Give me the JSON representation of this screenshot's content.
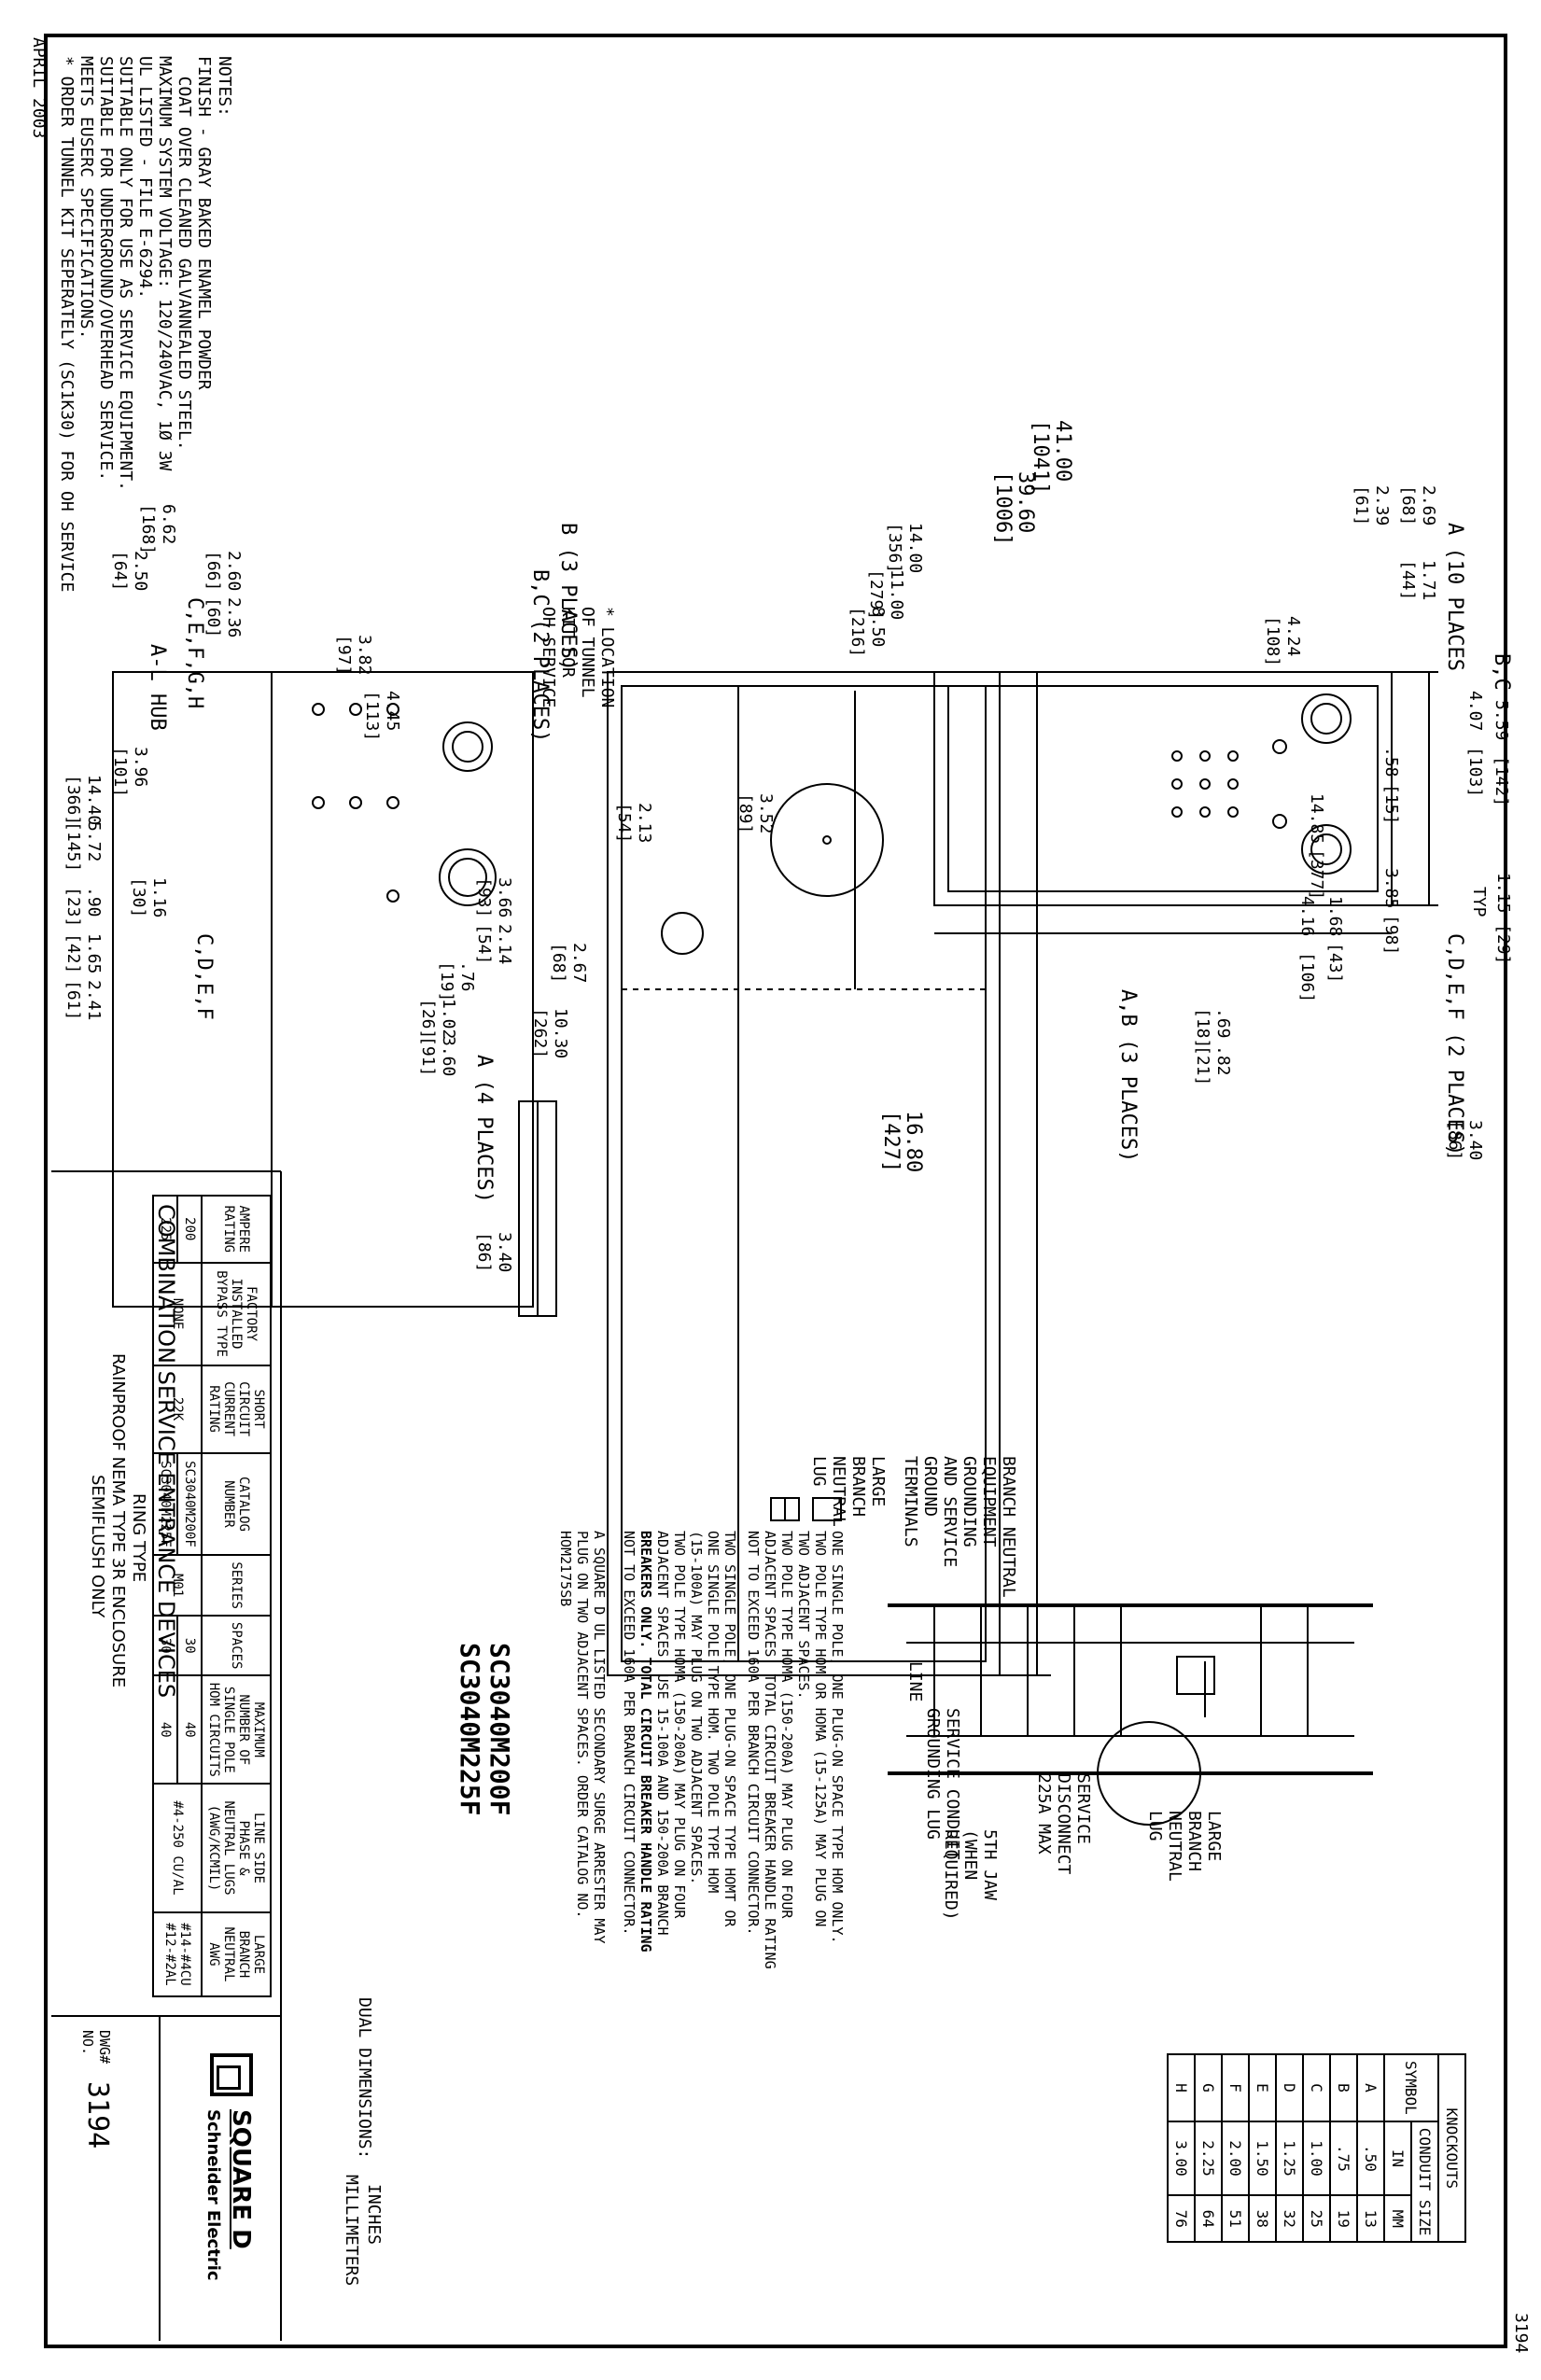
{
  "header": {
    "date": "APRIL 2003",
    "sheet_number": "3194"
  },
  "notes": {
    "title": "NOTES:",
    "lines": [
      "FINISH - GRAY BAKED ENAMEL POWDER",
      "  COAT OVER CLEANED GALVANNEALED STEEL.",
      "MAXIMUM SYSTEM VOLTAGE: 120/240VAC, 1Ø 3W",
      "UL LISTED - FILE E-6294.",
      "SUITABLE ONLY FOR USE AS SERVICE EQUIPMENT.",
      "SUITABLE FOR UNDERGROUND/OVERHEAD SERVICE.",
      "MEETS EUSERC SPECIFICATIONS.",
      "* ORDER TUNNEL KIT SEPERATELY (SC1K30) FOR OH SERVICE"
    ]
  },
  "front_view": {
    "callouts": [
      "A (10 PLACES",
      "B,C",
      "A,B (3 PLACES)",
      "C,D,E,F (2 PLACES)"
    ],
    "dims": [
      "2.69",
      "[68]",
      "2.39",
      "[61]",
      "1.71",
      "[44]",
      "4.24",
      "[108]",
      "5.59",
      "[142]",
      "4.07",
      "[103]",
      ".58",
      "[15]",
      "14.85",
      "[377]",
      "1.15",
      "[29]",
      "TYP",
      "3.85",
      "[98]",
      "1.68",
      "[43]",
      "4.16",
      "[106]",
      ".69",
      "[18]",
      ".82",
      "[21]",
      "3.40",
      "[86]"
    ]
  },
  "side_view": {
    "dims": [
      "41.00",
      "[1041]",
      "39.60",
      "[1006]",
      "14.00",
      "[356]",
      "11.00",
      "[279]",
      "8.50",
      "[216]",
      "16.80",
      "[427]",
      "3.52",
      "[89]",
      "2.13",
      "[54]",
      "2.67",
      "[68]",
      "10.30",
      "[262]"
    ],
    "tunnel_note": [
      "* LOCATION",
      "OF TUNNEL",
      "KIT FOR",
      "OH SERVICE"
    ]
  },
  "bottom_view": {
    "callouts": [
      "B (3 PLACES)",
      "B,C (2 PLACES)",
      "C,E,F,G,H",
      "A-L HUB",
      "C,D,E,F",
      "A (4 PLACES)"
    ],
    "dims": [
      "6.62",
      "[168]",
      "2.60",
      "[66]",
      "2.36",
      "[60]",
      "2.50",
      "[64]",
      "3.82",
      "[97]",
      "4.45",
      "[113]",
      "3.96",
      "[101]",
      "14.40",
      "[366]",
      "1.16",
      "[30]",
      "5.72",
      "[145]",
      "3.66",
      "[93]",
      "2.14",
      "[54]",
      ".76",
      "[19]",
      "1.02",
      "[26]",
      "3.60",
      "[91]",
      ".90",
      "[23]",
      "1.65",
      "[42]",
      "2.41",
      "[61]"
    ]
  },
  "end_view": {
    "dims": [
      "3.40",
      "[86]"
    ]
  },
  "wiring": {
    "labels": [
      "BRANCH NEUTRAL",
      "EQUIPMENT",
      "GROUNDING",
      "AND SERVICE",
      "GROUND",
      "TERMINALS",
      "LARGE",
      "BRANCH",
      "NEUTRAL",
      "LUG",
      "LINE",
      "SERVICE CONDUIT",
      "GROUNDING LUG",
      "SERVICE",
      "DISCONNECT",
      "225A MAX",
      "5TH JAW",
      "(WHEN",
      "REQUIRED)",
      "LARGE",
      "BRANCH",
      "NEUTRAL",
      "LUG"
    ]
  },
  "legend_notes": {
    "single": [
      "ONE SINGLE POLE, ONE PLUG-ON SPACE TYPE HOM ONLY.",
      "TWO POLE TYPE HOM OR HOMA (15-125A) MAY PLUG ON",
      "TWO ADJACENT SPACES.",
      "TWO POLE TYPE HOMA (150-200A) MAY PLUG ON FOUR",
      "ADJACENT SPACES. TOTAL CIRCUIT BREAKER HANDLE RATING",
      "NOT TO EXCEED 160A PER BRANCH CIRCUIT CONNECTOR."
    ],
    "double": [
      "TWO SINGLE POLE, ONE PLUG-ON SPACE TYPE HOMT OR",
      "ONE SINGLE POLE TYPE HOM. TWO POLE TYPE HOM",
      "(15-100A) MAY PLUG ON TWO ADJACENT SPACES.",
      "TWO POLE TYPE HOMA (150-200A) MAY PLUG ON FOUR",
      "ADJACENT SPACES. USE 15-100A AND 150-200A BRANCH",
      "BREAKERS ONLY. TOTAL CIRCUIT BREAKER HANDLE RATING",
      "NOT TO EXCEED 160A PER BRANCH CIRCUIT CONNECTOR."
    ],
    "arrester": [
      "A SQUARE D UL LISTED SECONDARY SURGE ARRESTER MAY",
      "PLUG ON TWO ADJACENT SPACES. ORDER CATALOG NO.",
      "HOM2175SB"
    ]
  },
  "catalog_numbers": [
    "SC3040M200F",
    "SC3040M225F"
  ],
  "dual_dimensions": {
    "label": "DUAL DIMENSIONS:",
    "top": "INCHES",
    "bottom": "MILLIMETERS"
  },
  "knockouts": {
    "title": "KNOCKOUTS",
    "col_symbol": "SYMBOL",
    "col_conduit": "CONDUIT SIZE",
    "col_in": "IN",
    "col_mm": "MM",
    "rows": [
      [
        "A",
        ".50",
        "13"
      ],
      [
        "B",
        ".75",
        "19"
      ],
      [
        "C",
        "1.00",
        "25"
      ],
      [
        "D",
        "1.25",
        "32"
      ],
      [
        "E",
        "1.50",
        "38"
      ],
      [
        "F",
        "2.00",
        "51"
      ],
      [
        "G",
        "2.25",
        "64"
      ],
      [
        "H",
        "3.00",
        "76"
      ]
    ]
  },
  "ratings_table": {
    "headers": [
      "AMPERE RATING",
      "FACTORY INSTALLED BYPASS TYPE",
      "SHORT CIRCUIT CURRENT RATING",
      "CATALOG NUMBER",
      "SERIES",
      "SPACES",
      "MAXIMUM NUMBER OF SINGLE POLE HOM CIRCUITS",
      "LINE SIDE PHASE & NEUTRAL LUGS (AWG/KCMIL)",
      "LARGE BRANCH NEUTRAL AWG"
    ],
    "rows": [
      [
        "200",
        "NONE",
        "22K",
        "SC3040M200F",
        "M01",
        "30",
        "40",
        "#4-250 CU/AL",
        "#14-#4CU #12-#2AL"
      ],
      [
        "225",
        "",
        "",
        "SC3040M225F",
        "",
        "30",
        "40",
        "",
        ""
      ]
    ]
  },
  "title_block": {
    "title": "COMBINATION SERVICE ENTRANCE DEVICES",
    "line2": "RING TYPE",
    "line3": "RAINPROOF NEMA TYPE 3R ENCLOSURE",
    "line4": "SEMIFLUSH ONLY",
    "dwg_label": "DWG# NO.",
    "dwg_number": "3194",
    "brand1": "SQUARE D",
    "brand2": "Schneider Electric"
  }
}
